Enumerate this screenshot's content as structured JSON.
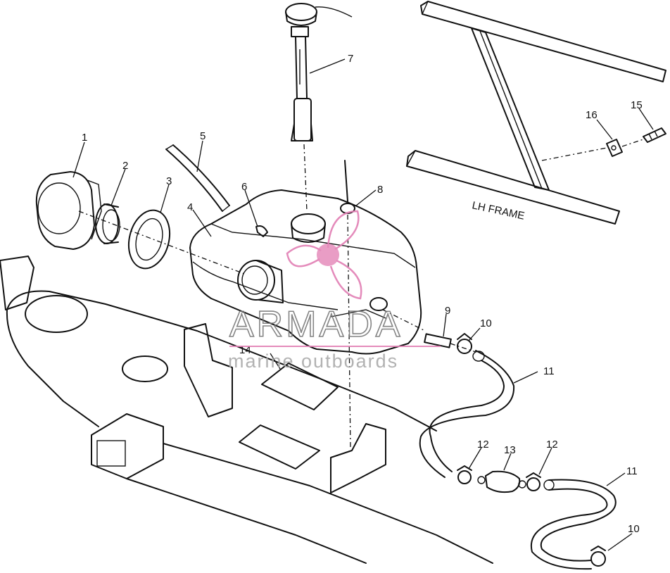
{
  "frame_label": "LH FRAME",
  "watermark": {
    "brand": "ARMADA",
    "tagline": "marine outboards",
    "accent_color": "#e27fb4"
  },
  "callouts": {
    "c1": "1",
    "c2": "2",
    "c3": "3",
    "c4": "4",
    "c5": "5",
    "c6": "6",
    "c7": "7",
    "c8": "8",
    "c9": "9",
    "c10a": "10",
    "c10b": "10",
    "c11a": "11",
    "c11b": "11",
    "c12a": "12",
    "c12b": "12",
    "c13": "13",
    "c14": "14",
    "c15": "15",
    "c16": "16"
  }
}
